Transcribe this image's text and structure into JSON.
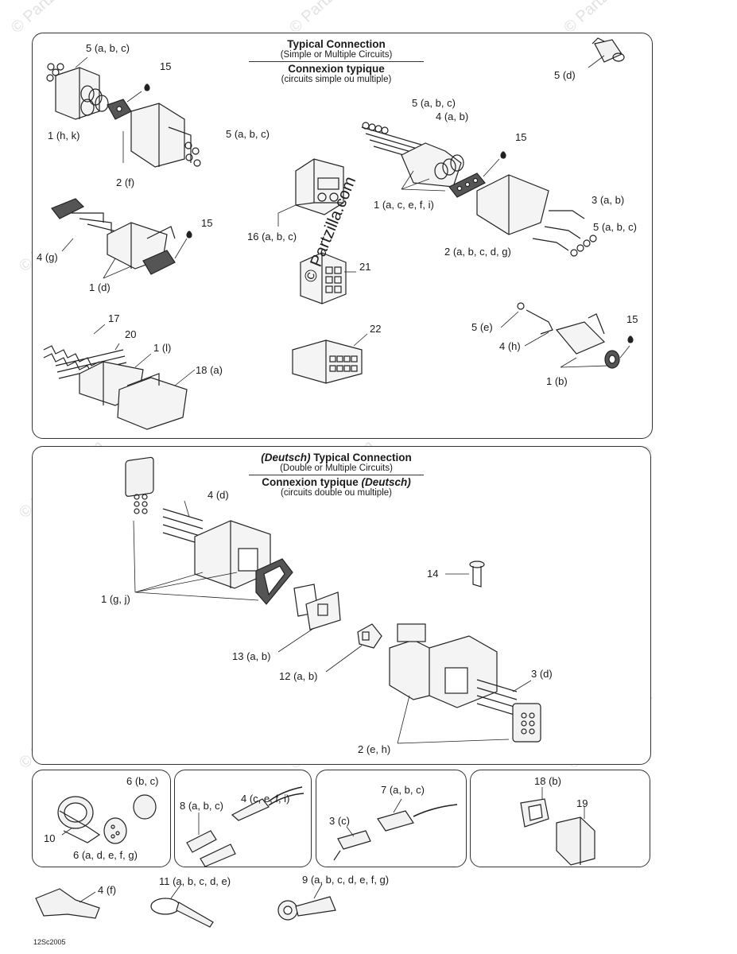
{
  "watermark": "© Partzilla.com",
  "footer_code": "12Sc2005",
  "panel_top": {
    "title1": "Typical Connection",
    "title1_sub": "(Simple or Multiple Circuits)",
    "title2": "Connexion typique",
    "title2_sub": "(circuits simple ou multiple)",
    "callouts": [
      "5 (a, b, c)",
      "15",
      "1 (h, k)",
      "2 (f)",
      "5 (a, b, c)",
      "5 (d)",
      "5 (a, b, c)",
      "4 (a, b)",
      "15",
      "1 (a, c, e, f, i)",
      "16 (a, b, c)",
      "3 (a, b)",
      "5 (a, b, c)",
      "2 (a, b, c, d, g)",
      "4 (g)",
      "15",
      "1 (d)",
      "21",
      "17",
      "20",
      "1 (l)",
      "18 (a)",
      "22",
      "5 (e)",
      "15",
      "4 (h)",
      "1 (b)"
    ]
  },
  "panel_deutsch": {
    "title1_italic": "(Deutsch)",
    "title1": "Typical Connection",
    "title1_sub": "(Double or Multiple Circuits)",
    "title2": "Connexion typique",
    "title2_italic": "(Deutsch)",
    "title2_sub": "(circuits double ou multiple)",
    "callouts": [
      "4 (d)",
      "1 (g, j)",
      "14",
      "13 (a, b)",
      "12 (a, b)",
      "3 (d)",
      "2 (e, h)"
    ]
  },
  "panel_b1": {
    "callouts": [
      "6 (b, c)",
      "10",
      "6 (a, d, e, f, g)"
    ]
  },
  "panel_b2": {
    "callouts": [
      "4 (c, e, f, i)",
      "8 (a, b, c)"
    ]
  },
  "panel_b3": {
    "callouts": [
      "7 (a, b, c)",
      "3 (c)"
    ]
  },
  "panel_b4": {
    "callouts": [
      "18 (b)",
      "19"
    ]
  },
  "loose": {
    "callouts": [
      "4 (f)",
      "11 (a, b, c, d, e)",
      "9 (a, b, c, d, e, f, g)"
    ]
  }
}
